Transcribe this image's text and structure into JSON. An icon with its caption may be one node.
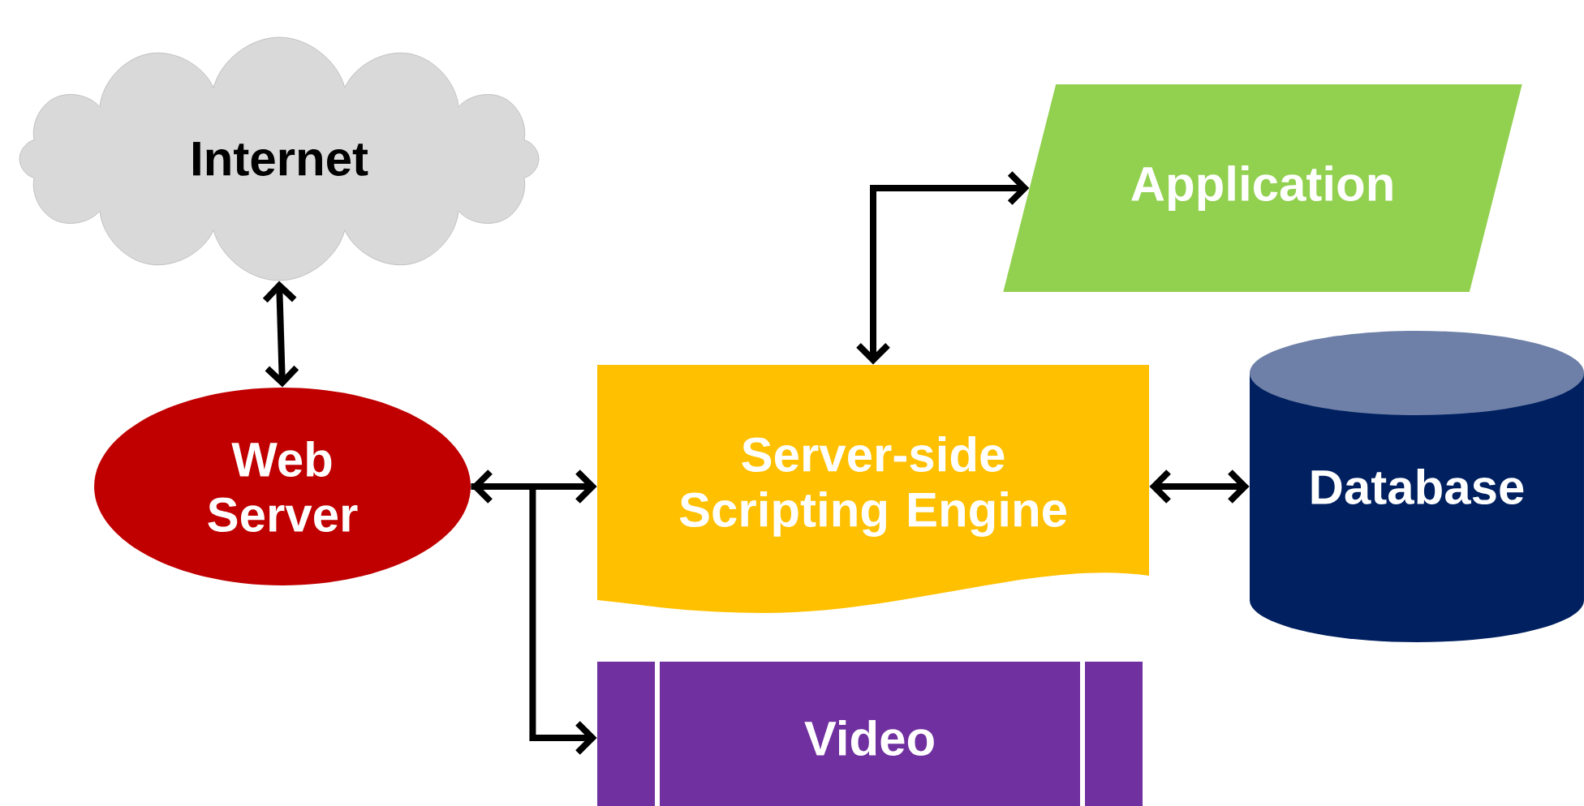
{
  "diagram": {
    "nodes": [
      {
        "text": [
          "Internet"
        ]
      },
      {
        "text": [
          "Web Server"
        ]
      },
      {
        "text": [
          "Application"
        ]
      },
      {
        "text": [
          "Server-side Scripting Engine"
        ]
      },
      {
        "text": [
          "Database"
        ]
      },
      {
        "text": [
          "Video"
        ]
      }
    ],
    "edges": [
      {
        "from": 0,
        "to": 1,
        "arrow": "both"
      },
      {
        "from": 1,
        "to": 3,
        "arrow": "both"
      },
      {
        "from": 3,
        "to": 2,
        "arrow": "both"
      },
      {
        "from": 3,
        "to": 4,
        "arrow": "both"
      },
      {
        "from": 1,
        "to": 5,
        "arrow": "to"
      }
    ]
  }
}
